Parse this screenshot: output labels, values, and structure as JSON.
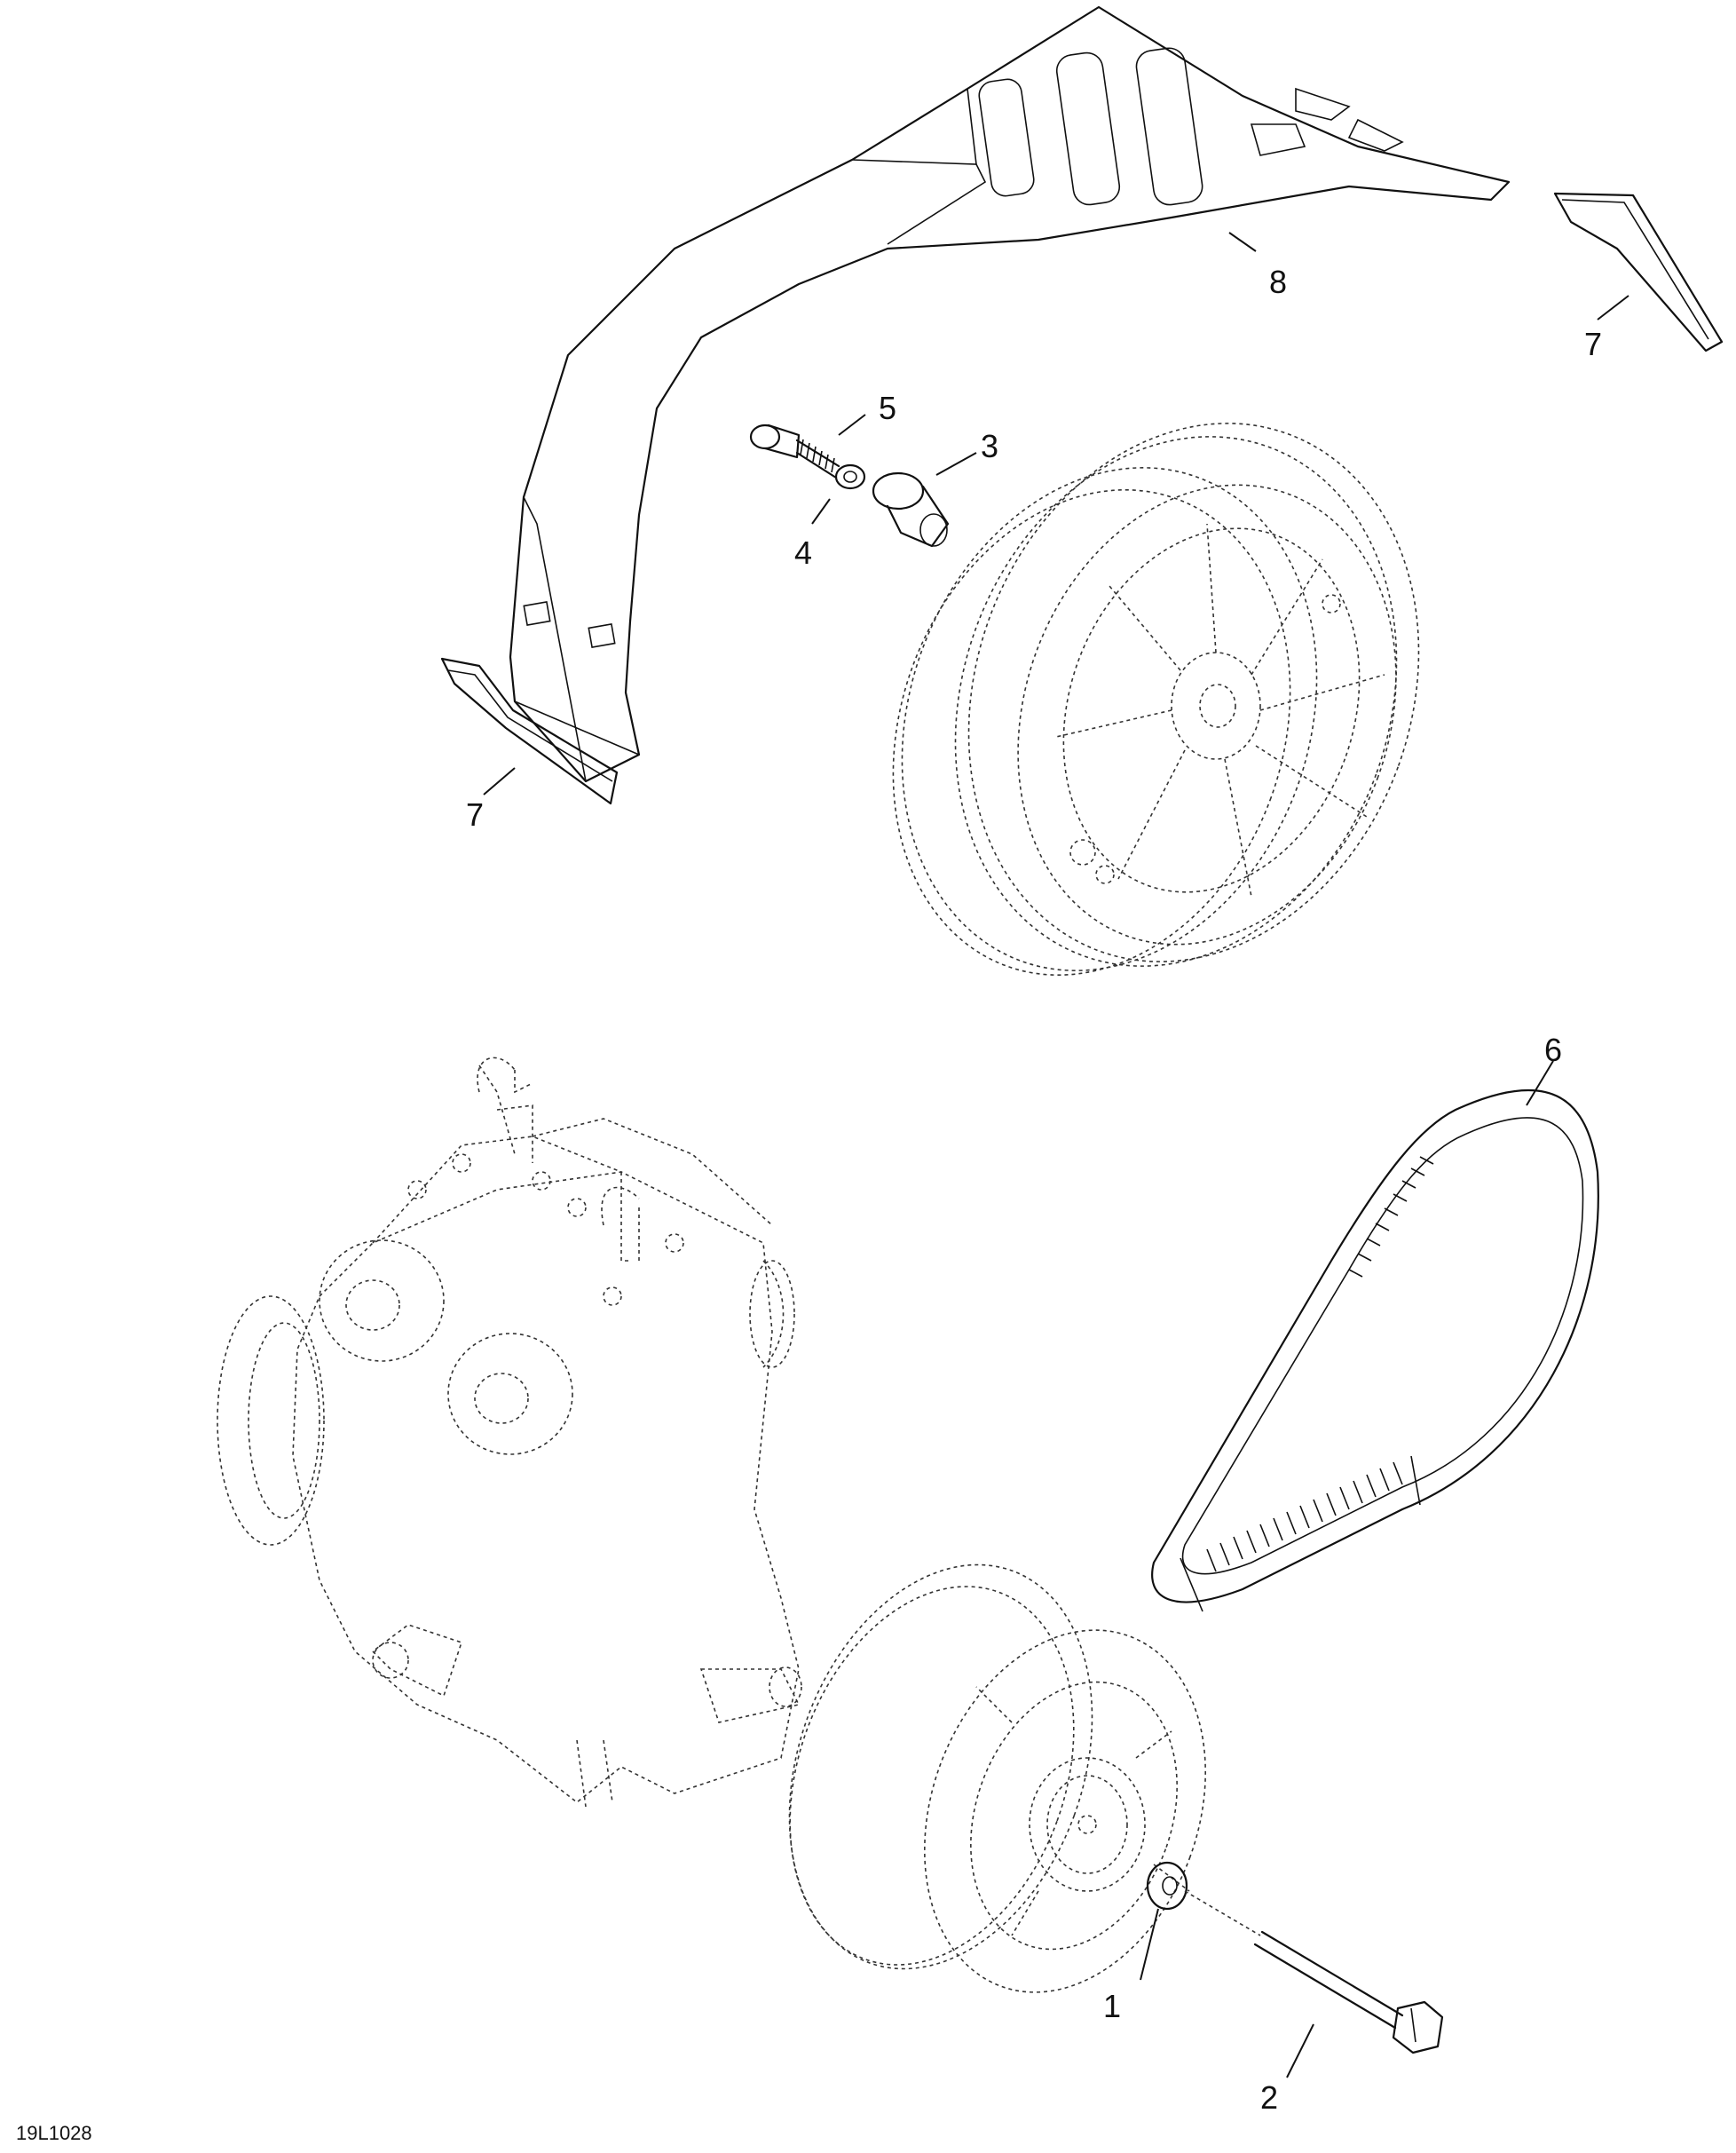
{
  "callouts": {
    "c1": "1",
    "c2": "2",
    "c3": "3",
    "c4": "4",
    "c5": "5",
    "c6": "6",
    "c7a": "7",
    "c7b": "7",
    "c8": "8"
  },
  "reference_code": "19L1028"
}
